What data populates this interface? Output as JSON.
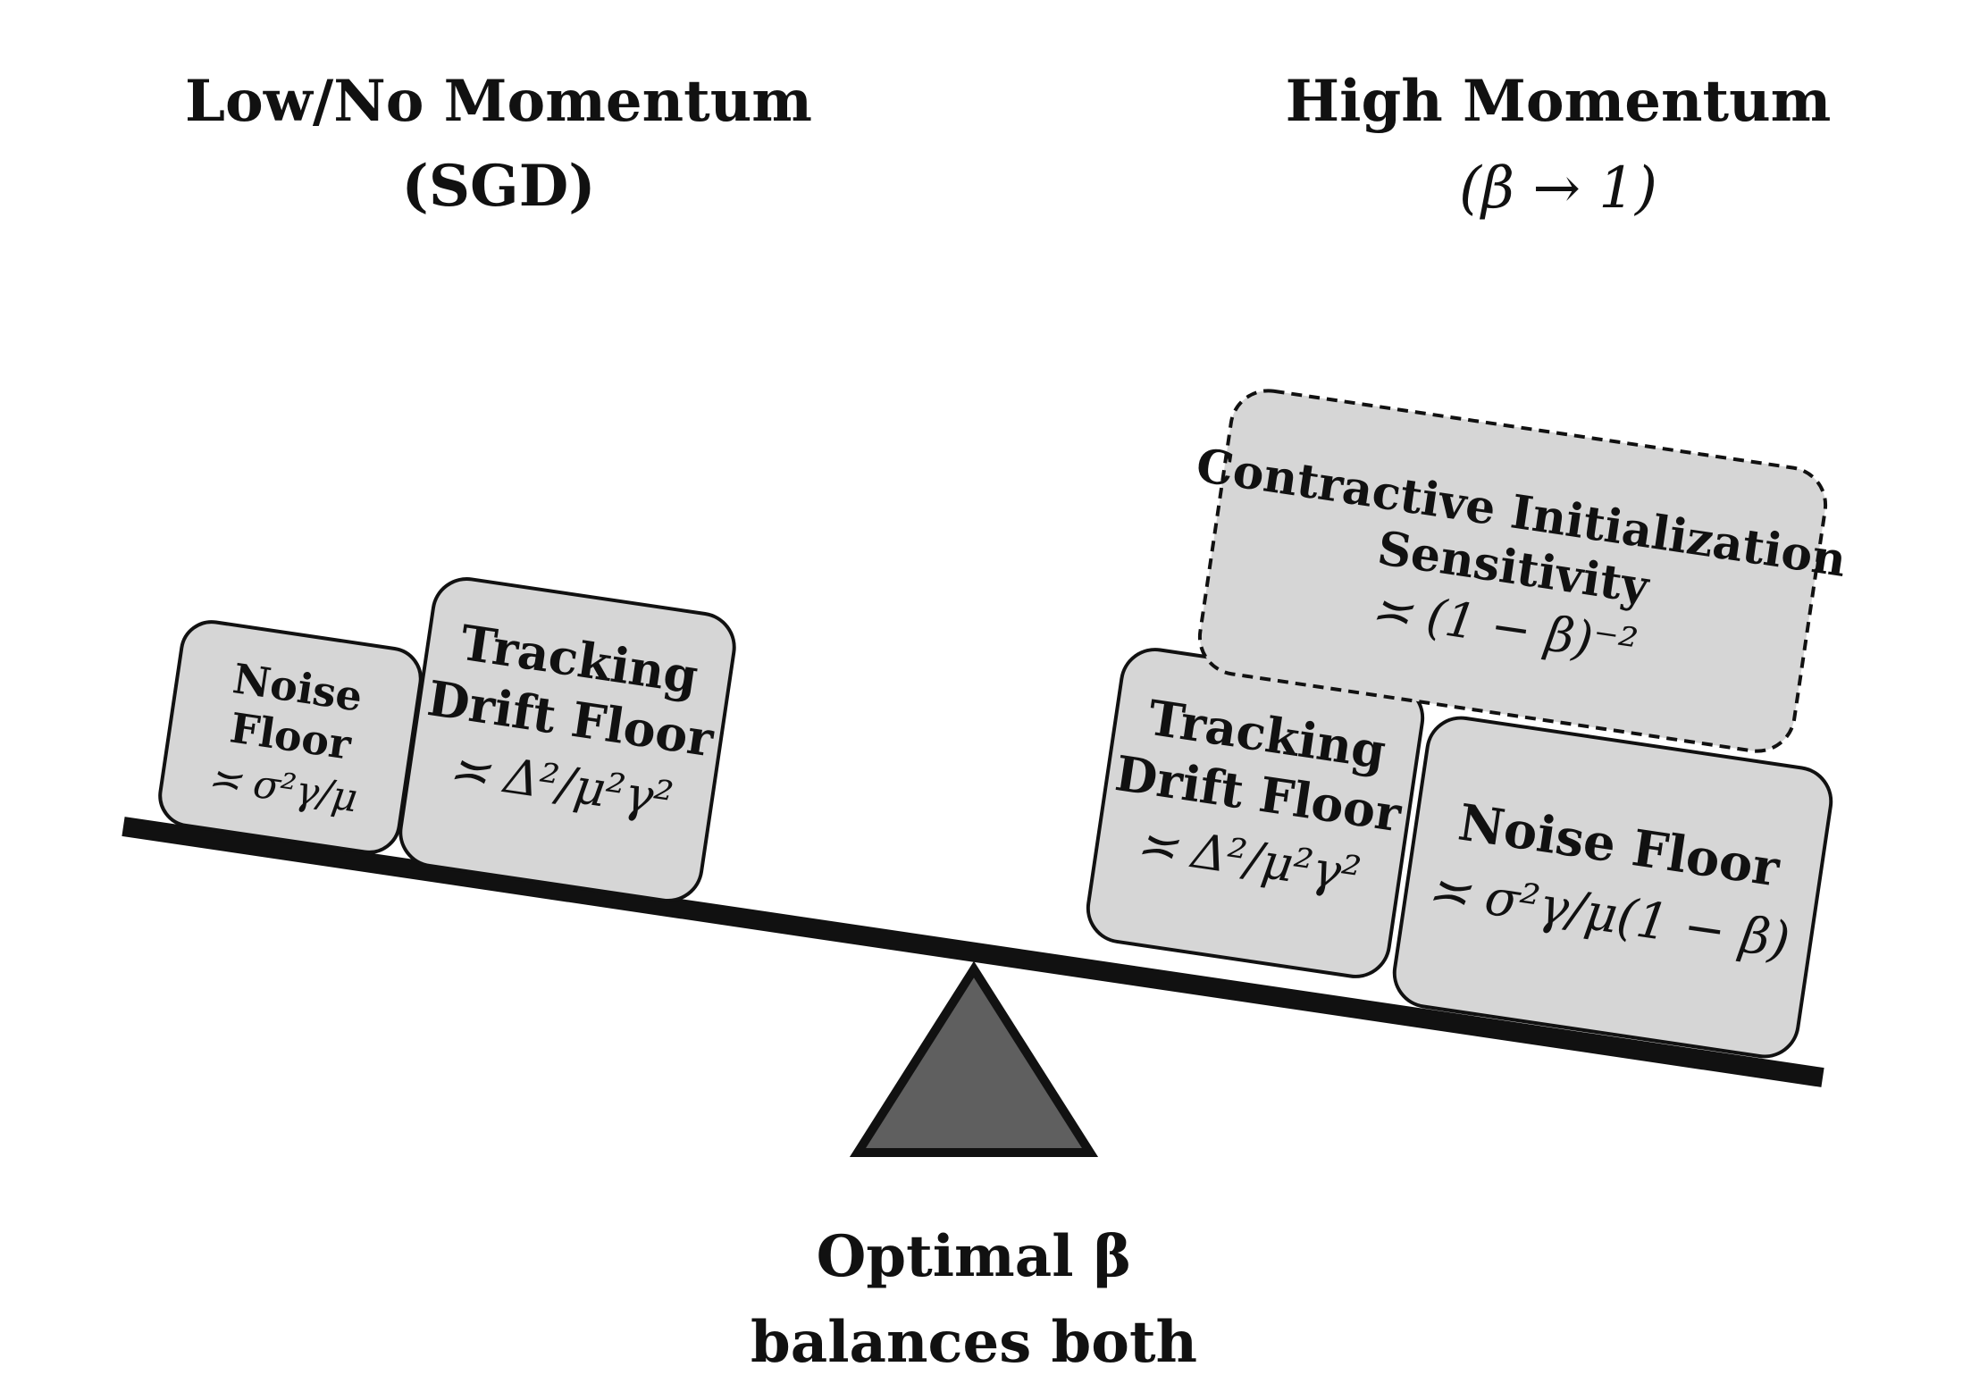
{
  "left_heading": {
    "line1": "Low/No Momentum",
    "line2": "(SGD)"
  },
  "right_heading": {
    "line1": "High Momentum",
    "line2": "(β → 1)"
  },
  "fulcrum_caption": {
    "line1": "Optimal β",
    "line2": "balances both"
  },
  "left_blocks": [
    {
      "title_lines": [
        "Noise",
        "Floor"
      ],
      "formula": "≍ σ²γ/μ",
      "border": "solid"
    },
    {
      "title_lines": [
        "Tracking",
        "Drift Floor"
      ],
      "formula": "≍ Δ²/μ²γ²",
      "border": "solid"
    }
  ],
  "right_blocks": [
    {
      "title_lines": [
        "Tracking",
        "Drift Floor"
      ],
      "formula": "≍ Δ²/μ²γ²",
      "border": "solid"
    },
    {
      "title_lines": [
        "Noise Floor"
      ],
      "formula": "≍ σ²γ/μ(1 − β)",
      "border": "solid"
    },
    {
      "title_lines": [
        "Contractive Initialization",
        "Sensitivity"
      ],
      "formula": "≍ (1 − β)⁻²",
      "border": "dashed"
    }
  ],
  "colors": {
    "block_fill": "#d6d6d6",
    "stroke": "#111111",
    "fulcrum_fill": "#5f5f5f",
    "background": "#ffffff"
  }
}
